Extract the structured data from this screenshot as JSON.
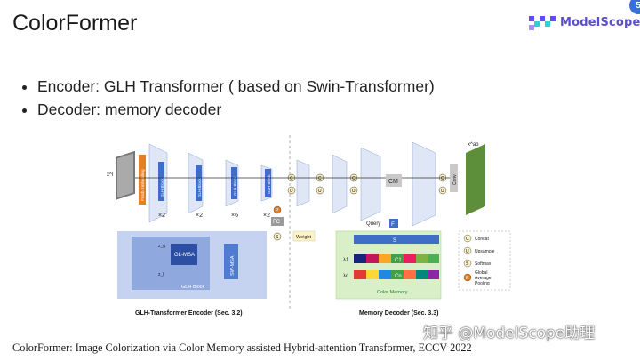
{
  "slide": {
    "title": "ColorFormer",
    "bullets": [
      "Encoder: GLH Transformer ( based on Swin-Transformer)",
      "Decoder: memory decoder"
    ],
    "caption": "ColorFormer: Image Colorization via Color Memory assisted Hybrid-attention Transformer, ECCV 2022",
    "watermark": "知乎 @ModelScope助理"
  },
  "logo": {
    "text": "ModelScope",
    "badge": "5"
  },
  "figure": {
    "input_label": "x^l",
    "output_label": "x^ab",
    "patch_embedding": "Patch Embedding",
    "glh_block": "GLH Block",
    "repeats": [
      "×2",
      "×2",
      "×6",
      "×2"
    ],
    "fc": "FC",
    "weight": "Weight",
    "query": "Query",
    "f": "F",
    "cm": "CM",
    "conv": "Conv",
    "s": "S",
    "lambda1": "λ1",
    "lambdan": "λn",
    "c1": "C1",
    "cn": "Cn",
    "color_memory": "Color Memory",
    "legend": {
      "concat": "Concat",
      "upsample": "Upsample",
      "softmax": "Softmax",
      "pooling_1": "Global",
      "pooling_2": "Average",
      "pooling_3": "Pooling"
    },
    "gl_msa": "GL-MSA",
    "sw_msa": "SW-MSA",
    "zg": "z_g",
    "zl": "z_l",
    "glh_block_caption": "GLH Block",
    "encoder_label": "GLH-Transformer Encoder (Sec. 3.2)",
    "decoder_label": "Memory Decoder (Sec. 3.3)",
    "colors": {
      "encoder_bg": "#c5d3f0",
      "decoder_bg": "#d9efc7",
      "patch": "#e67e22",
      "fc_gray": "#9a9a9a",
      "f_blue": "#3f6ec6"
    }
  }
}
